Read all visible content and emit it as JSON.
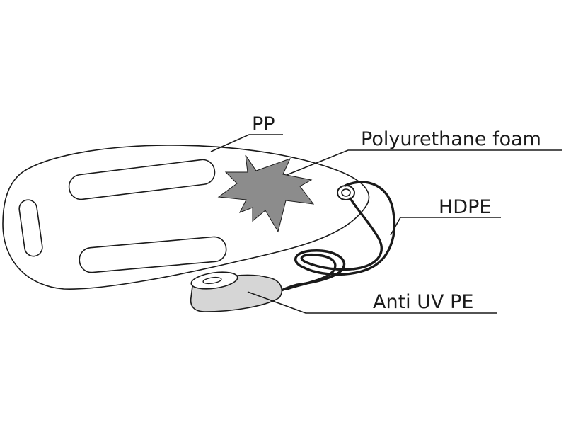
{
  "labels": {
    "pp": "PP",
    "polyurethane_foam": "Polyurethane foam",
    "hdpe": "HDPE",
    "anti_uv_pe": "Anti UV PE"
  },
  "colors": {
    "line": "#1a1a1a",
    "foam_fill": "#8c8c8c",
    "strap_fill": "#d6d6d6",
    "background": "#ffffff"
  }
}
